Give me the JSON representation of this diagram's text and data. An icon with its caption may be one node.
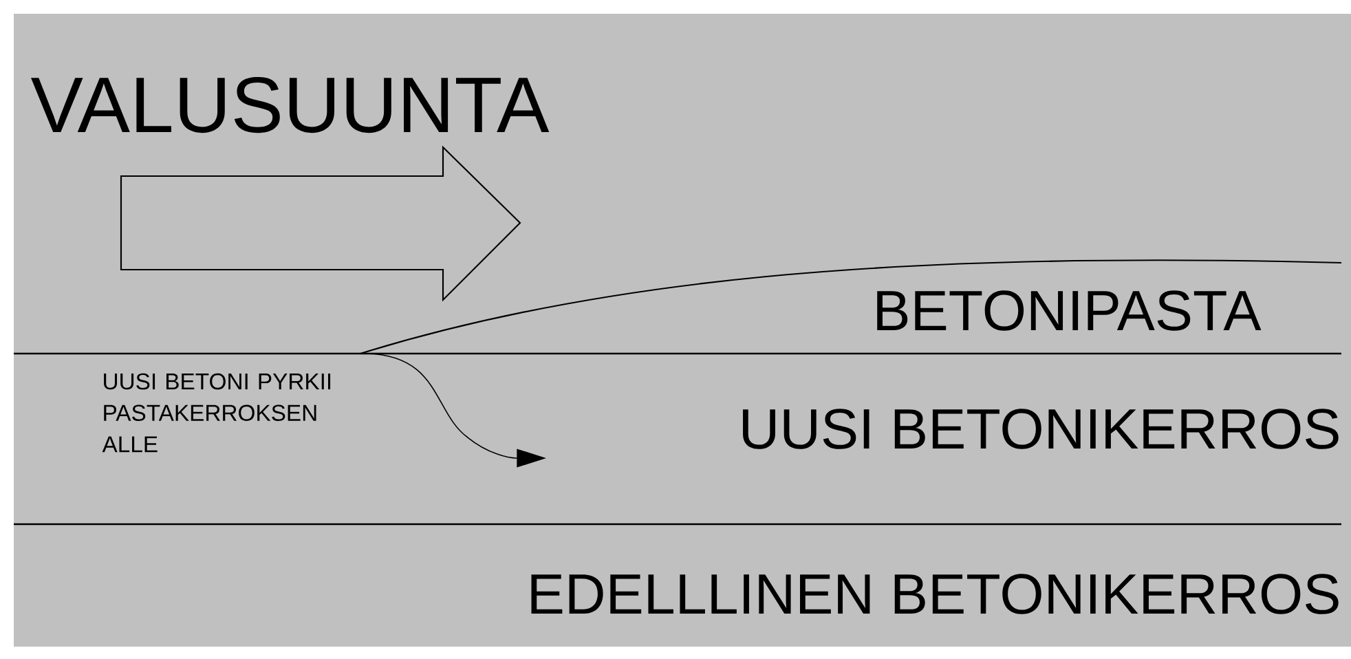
{
  "diagram": {
    "labels": [
      "VALUSUUNTA",
      "BETONIPASTA",
      "UUSI BETONI PYRKII PASTAKERROKSEN ALLE",
      "UUSI BETONIKERROS",
      "EDELLLINEN BETONIKERROS"
    ]
  }
}
